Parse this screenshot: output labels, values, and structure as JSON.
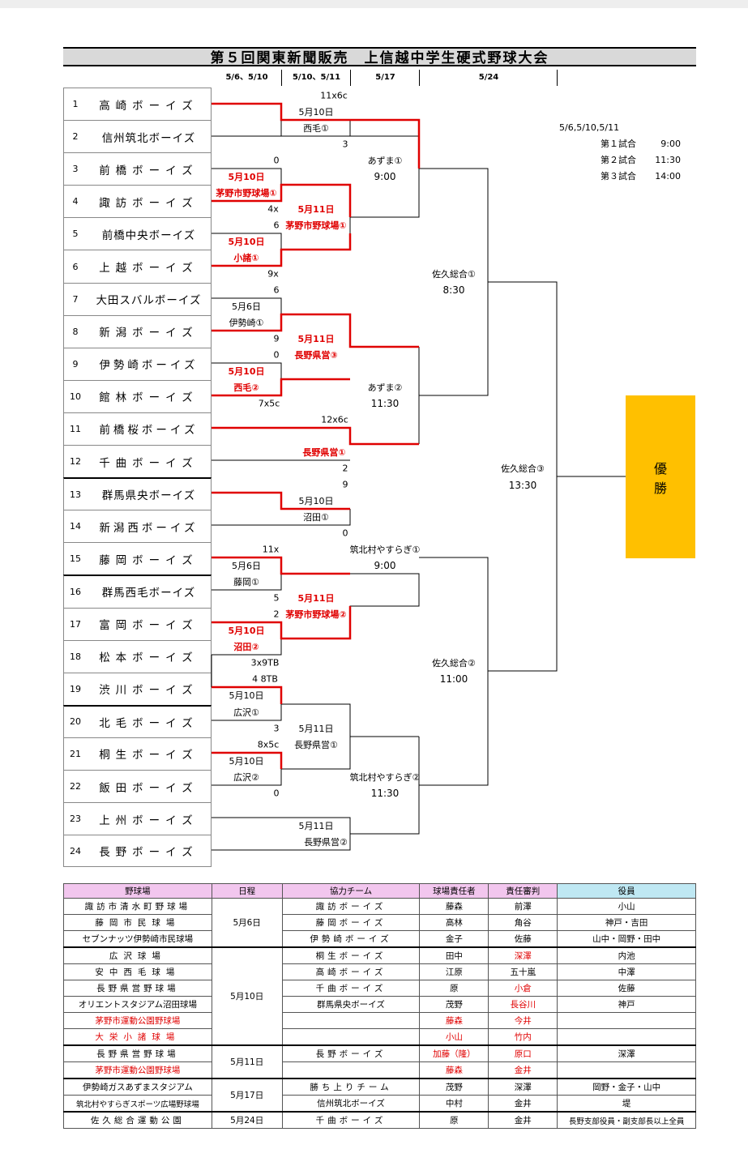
{
  "title": "第５回関東新聞販売　上信越中学生硬式野球大会",
  "date_headers": [
    "5/6、5/10",
    "5/10、5/11",
    "5/17",
    "5/24"
  ],
  "teams": [
    {
      "no": "1",
      "name": "高崎ボーイズ"
    },
    {
      "no": "2",
      "name": "信州筑北ボーイズ"
    },
    {
      "no": "3",
      "name": "前橋ボーイズ"
    },
    {
      "no": "4",
      "name": "諏訪ボーイズ"
    },
    {
      "no": "5",
      "name": "前橋中央ボーイズ"
    },
    {
      "no": "6",
      "name": "上越ボーイズ"
    },
    {
      "no": "7",
      "name": "大田スバルボーイズ"
    },
    {
      "no": "8",
      "name": "新潟ボーイズ"
    },
    {
      "no": "9",
      "name": "伊勢崎ボーイズ"
    },
    {
      "no": "10",
      "name": "館林ボーイズ"
    },
    {
      "no": "11",
      "name": "前橋桜ボーイズ"
    },
    {
      "no": "12",
      "name": "千曲ボーイズ"
    },
    {
      "no": "13",
      "name": "群馬県央ボーイズ"
    },
    {
      "no": "14",
      "name": "新潟西ボーイズ"
    },
    {
      "no": "15",
      "name": "藤岡ボーイズ"
    },
    {
      "no": "16",
      "name": "群馬西毛ボーイズ"
    },
    {
      "no": "17",
      "name": "富岡ボーイズ"
    },
    {
      "no": "18",
      "name": "松本ボーイズ"
    },
    {
      "no": "19",
      "name": "渋川ボーイズ"
    },
    {
      "no": "20",
      "name": "北毛ボーイズ"
    },
    {
      "no": "21",
      "name": "桐生ボーイズ"
    },
    {
      "no": "22",
      "name": "飯田ボーイズ"
    },
    {
      "no": "23",
      "name": "上州ボーイズ"
    },
    {
      "no": "24",
      "name": "長野ボーイズ"
    }
  ],
  "bracket_labels": {
    "s1": "11x6c",
    "d1": "5月10日",
    "v1": "西毛①",
    "s2": "3",
    "s3": "0",
    "d3": "5月10日",
    "v3": "茅野市野球場①",
    "s4": "4x",
    "s5": "6",
    "d5": "5月10日",
    "v5": "小諸①",
    "s6": "9x",
    "q1d": "5月11日",
    "q1v": "茅野市野球場①",
    "s7": "6",
    "d7": "5月6日",
    "v7": "伊勢崎①",
    "s8": "9",
    "s9": "0",
    "d9": "5月10日",
    "v9": "西毛②",
    "s10": "7x5c",
    "q2d": "5月11日",
    "q2v": "長野県営③",
    "s11": "12x6c",
    "v11": "長野県営①",
    "s12": "2",
    "s13": "9",
    "d13": "5月10日",
    "v13": "沼田①",
    "s14": "0",
    "s15": "11x",
    "d15": "5月6日",
    "v15": "藤岡①",
    "s16": "5",
    "s17": "2",
    "d17": "5月10日",
    "v17": "沼田②",
    "s18": "3x9TB",
    "q3d": "5月11日",
    "q3v": "茅野市野球場②",
    "s19": "4 8TB",
    "d19": "5月10日",
    "v19": "広沢①",
    "s20": "3",
    "s21": "8x5c",
    "d21": "5月10日",
    "v21": "広沢②",
    "s22": "0",
    "q4d": "5月11日",
    "q4v": "長野県営①",
    "q5d": "5月11日",
    "q5v": "長野県営②",
    "r1v": "あずま①",
    "r1t": "9:00",
    "r2v": "あずま②",
    "r2t": "11:30",
    "r3v": "筑北村やすらぎ①",
    "r3t": "9:00",
    "r4v": "筑北村やすらぎ②",
    "r4t": "11:30",
    "sf1v": "佐久総合①",
    "sf1t": "8:30",
    "sf2v": "佐久総合②",
    "sf2t": "11:00",
    "fv": "佐久総合③",
    "ft": "13:30"
  },
  "schedule": {
    "header": "5/6,5/10,5/11",
    "rows": [
      {
        "label": "第１試合",
        "time": "9:00"
      },
      {
        "label": "第２試合",
        "time": "11:30"
      },
      {
        "label": "第３試合",
        "time": "14:00"
      }
    ]
  },
  "champion": {
    "line1": "優",
    "line2": "勝"
  },
  "colors": {
    "win_line": "#e00000",
    "champion_bg": "#ffc000",
    "header_pink": "#f2c6ee",
    "header_cyan": "#bfe8f3"
  },
  "table": {
    "headers": [
      "野球場",
      "日程",
      "協力チーム",
      "球場責任者",
      "責任審判",
      "役員"
    ],
    "rows": [
      {
        "venue": "諏訪市清水町野球場",
        "date": "5月6日",
        "team": "諏訪ボーイズ",
        "mgr": "藤森",
        "ump": "前澤",
        "off": "小山"
      },
      {
        "venue": "藤岡市民球場",
        "date": "",
        "team": "藤岡ボーイズ",
        "mgr": "高林",
        "ump": "角谷",
        "off": "神戸・吉田"
      },
      {
        "venue": "セブンナッツ伊勢崎市民球場",
        "date": "",
        "team": "伊勢崎ボーイズ",
        "mgr": "金子",
        "ump": "佐藤",
        "off": "山中・岡野・田中"
      },
      {
        "venue": "広沢球場",
        "date": "5月10日",
        "team": "桐生ボーイズ",
        "mgr": "田中",
        "ump": "深澤",
        "off": "内池"
      },
      {
        "venue": "安中西毛球場",
        "date": "",
        "team": "高崎ボーイズ",
        "mgr": "江原",
        "ump": "五十嵐",
        "off": "中澤"
      },
      {
        "venue": "長野県営野球場",
        "date": "",
        "team": "千曲ボーイズ",
        "mgr": "原",
        "ump": "小倉",
        "off": "佐藤"
      },
      {
        "venue": "オリエントスタジアム沼田球場",
        "date": "",
        "team": "群馬県央ボーイズ",
        "mgr": "茂野",
        "ump": "長谷川",
        "off": "神戸"
      },
      {
        "venue": "茅野市運動公園野球場",
        "date": "",
        "team": "",
        "mgr": "藤森",
        "ump": "今井",
        "off": ""
      },
      {
        "venue": "大栄小諸球場",
        "date": "",
        "team": "",
        "mgr": "小山",
        "ump": "竹内",
        "off": ""
      },
      {
        "venue": "長野県営野球場",
        "date": "5月11日",
        "team": "長野ボーイズ",
        "mgr": "加藤（隆）",
        "ump": "原口",
        "off": "深澤"
      },
      {
        "venue": "茅野市運動公園野球場",
        "date": "",
        "team": "",
        "mgr": "藤森",
        "ump": "金井",
        "off": ""
      },
      {
        "venue": "伊勢崎ガスあずまスタジアム",
        "date": "5月17日",
        "team": "勝ち上りチーム",
        "mgr": "茂野",
        "ump": "深澤",
        "off": "岡野・金子・山中"
      },
      {
        "venue": "筑北村やすらぎスポーツ広場野球場",
        "date": "",
        "team": "信州筑北ボーイズ",
        "mgr": "中村",
        "ump": "金井",
        "off": "堤"
      },
      {
        "venue": "佐久総合運動公園",
        "date": "5月24日",
        "team": "千曲ボーイズ",
        "mgr": "原",
        "ump": "金井",
        "off": "長野支部役員・副支部長以上全員"
      }
    ]
  }
}
